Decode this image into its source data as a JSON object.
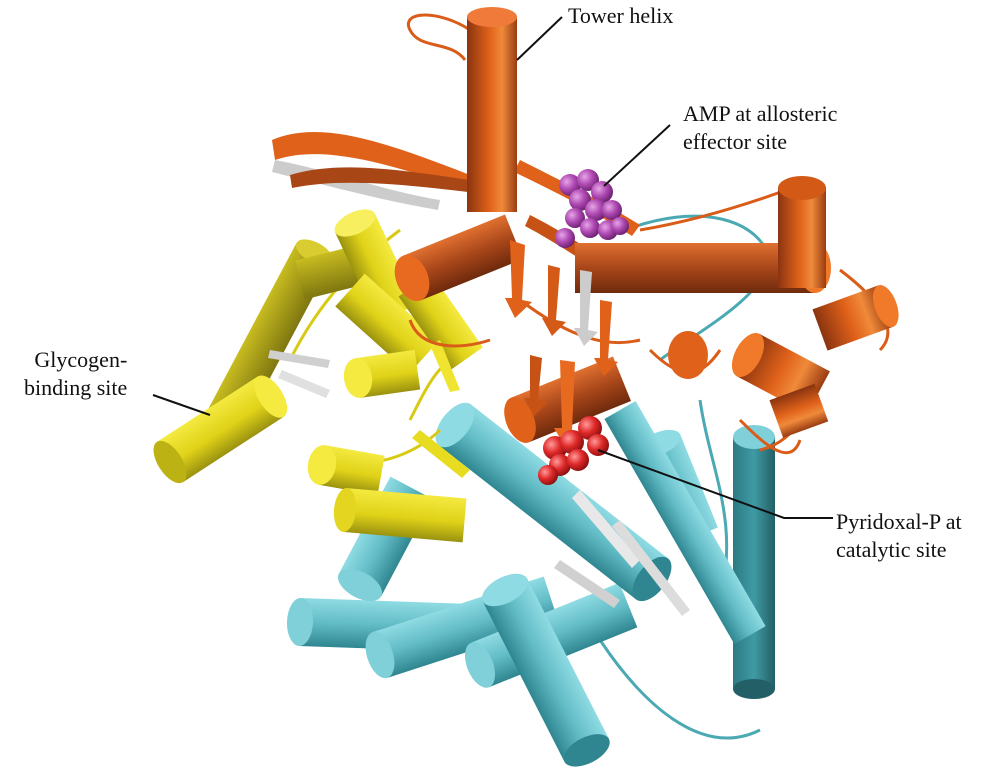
{
  "labels": {
    "tower": [
      "Tower helix"
    ],
    "amp": [
      "AMP at allosteric",
      "effector site"
    ],
    "glycogen": [
      "Glycogen-",
      "binding site"
    ],
    "pyridoxal": [
      "Pyridoxal-P at",
      "catalytic site"
    ]
  },
  "colors": {
    "orange_domain": "#e0621a",
    "orange_dark": "#8a3410",
    "yellow_domain": "#f0e21a",
    "yellow_dark": "#8c8510",
    "cyan_domain": "#6cc5cf",
    "cyan_dark": "#2e7f88",
    "amp_ligand": "#b04bb4",
    "pyridoxal_ligand": "#e02a2a",
    "leader_line": "#111111"
  }
}
